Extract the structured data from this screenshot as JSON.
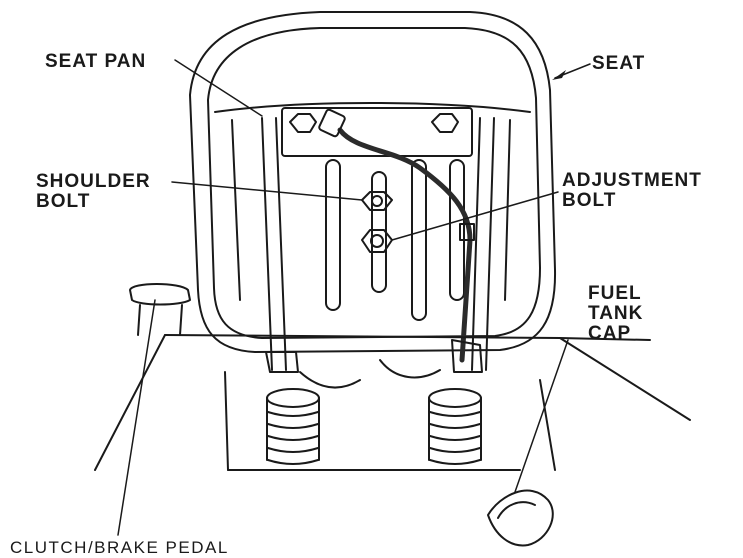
{
  "labels": {
    "seat_pan": "SEAT PAN",
    "seat": "SEAT",
    "shoulder_bolt": [
      "SHOULDER",
      "BOLT"
    ],
    "adjustment_bolt": [
      "ADJUSTMENT",
      "BOLT"
    ],
    "fuel_tank_cap": [
      "FUEL",
      "TANK",
      "CAP"
    ],
    "clutch_brake_pedal": "CLUTCH/BRAKE PEDAL"
  },
  "colors": {
    "ink": "#1a1a1a",
    "paper": "#ffffff",
    "shade": "#2b2b2b"
  }
}
